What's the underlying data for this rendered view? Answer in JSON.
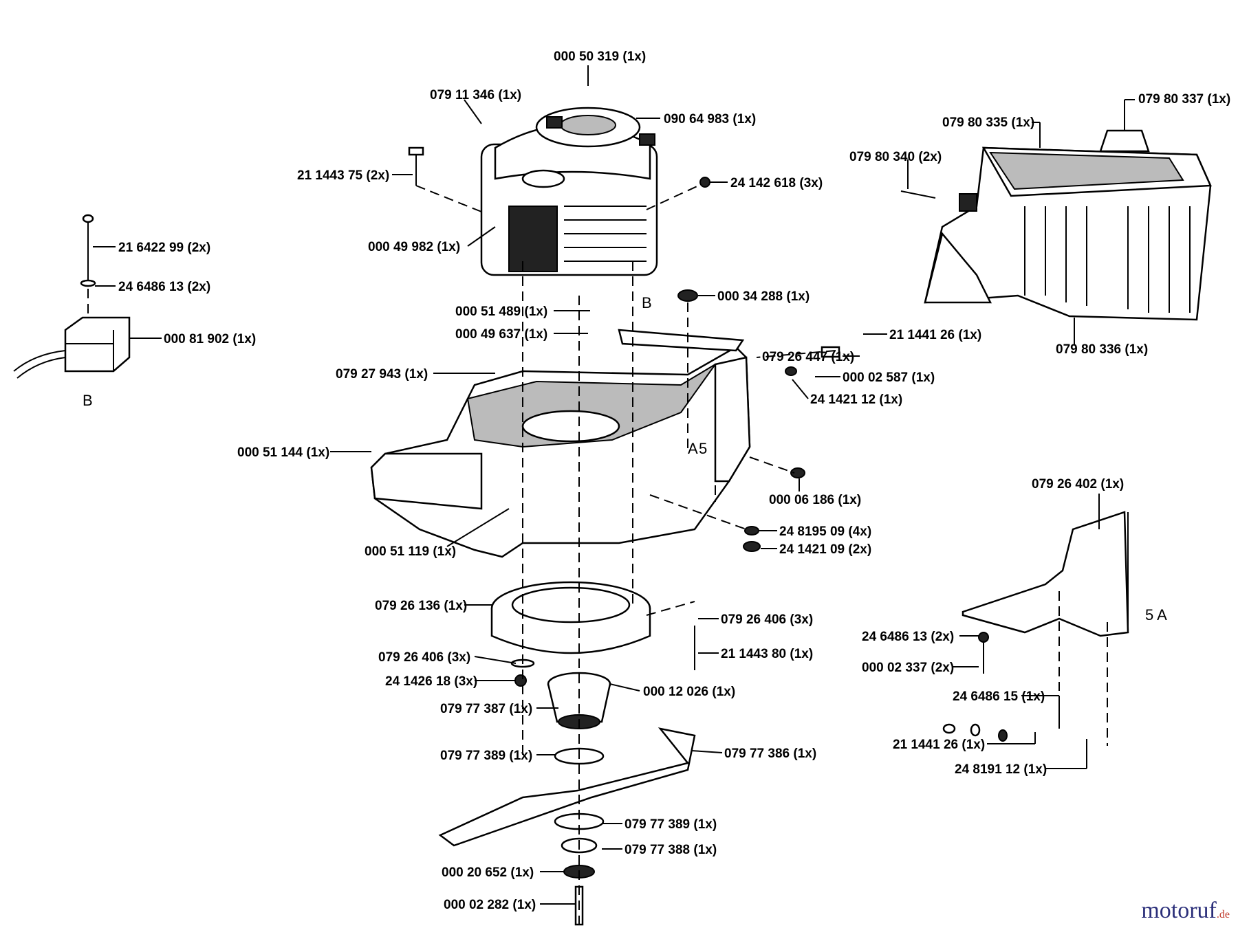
{
  "labels": [
    "000 50 319 (1x)",
    "079 11 346 (1x)",
    "090 64 983 (1x)",
    "079 80 337 (1x)",
    "079 80 335 (1x)",
    "079 80 340 (2x)",
    "21 1443 75 (2x)",
    "24 142 618 (3x)",
    "21 6422 99 (2x)",
    "24 6486 13 (2x)",
    "000 49 982 (1x)",
    "000 81 902 (1x)",
    "000 51 489 (1x)",
    "000 34 288 (1x)",
    "000 49 637 (1x)",
    "21 1441 26 (1x)",
    "079 26 447 (1x)",
    "079 27 943 (1x)",
    "000 02 587 (1x)",
    "24 1421 12 (1x)",
    "079 80 336 (1x)",
    "000 51 144 (1x)",
    "000 06 186 (1x)",
    "079 26 402 (1x)",
    "24 8195 09 (4x)",
    "24 1421 09 (2x)",
    "000 51 119 (1x)",
    "079 26 136 (1x)",
    "079 26 406 (3x)",
    "079 26 406 (3x)",
    "21 1443 80 (1x)",
    "24 1426 18 (3x)",
    "000 12 026 (1x)",
    "24 6486 13 (2x)",
    "000 02 337 (2x)",
    "24 6486 15 (1x)",
    "079 77 387 (1x)",
    "079 77 389 (1x)",
    "079 77 386 (1x)",
    "21 1441 26 (1x)",
    "24 8191 12 (1x)",
    "079 77 389 (1x)",
    "079 77 388 (1x)",
    "000 20 652 (1x)",
    "000 02 282 (1x)"
  ],
  "markers": [
    "B",
    "B",
    "A",
    "5",
    "5 A"
  ],
  "watermark": {
    "brand": "motoruf",
    "tld": ".de",
    "color": "#2b2f7a",
    "tld_color": "#c0392b"
  }
}
